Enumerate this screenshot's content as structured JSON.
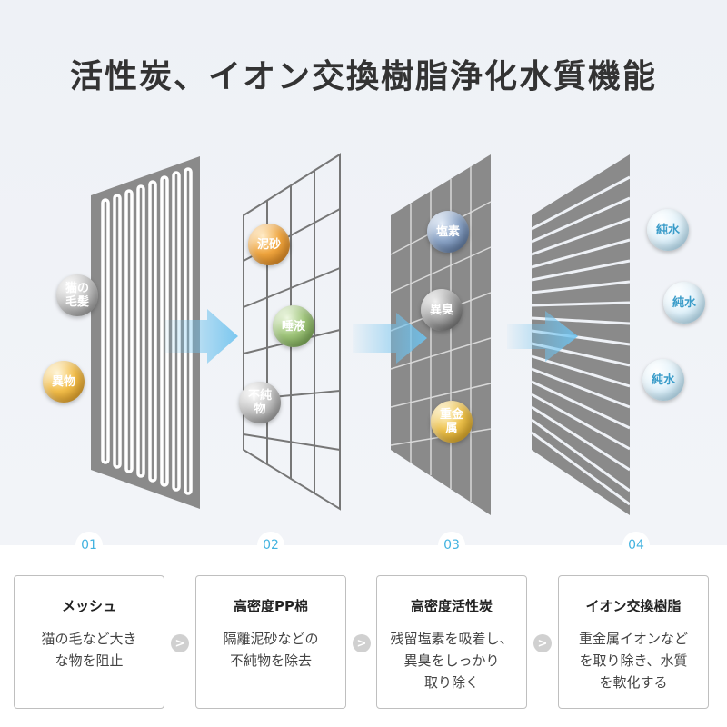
{
  "title": "活性炭、イオン交換樹脂浄化水質機能",
  "particles": {
    "cat_hair": "猫の\n毛髪",
    "foreign": "異物",
    "sand": "泥砂",
    "saliva": "唾液",
    "impurity": "不純\n物",
    "chlorine": "塩素",
    "odor": "異臭",
    "heavy_metal": "重金\n属",
    "pure_water": "純水"
  },
  "steps": [
    {
      "num": "01",
      "title": "メッシュ",
      "desc": "猫の毛など大き\nな物を阻止"
    },
    {
      "num": "02",
      "title": "高密度PP棉",
      "desc": "隔離泥砂などの\n不純物を除去"
    },
    {
      "num": "03",
      "title": "高密度活性炭",
      "desc": "残留塩素を吸着し、\n異臭をしっかり\n取り除く"
    },
    {
      "num": "04",
      "title": "イオン交換樹脂",
      "desc": "重金属イオンなど\nを取り除き、水質\nを軟化する"
    }
  ],
  "separator": ">",
  "colors": {
    "accent": "#43b3e0",
    "filter": "#8a8a8a",
    "arrow": "#6ec2ee"
  }
}
